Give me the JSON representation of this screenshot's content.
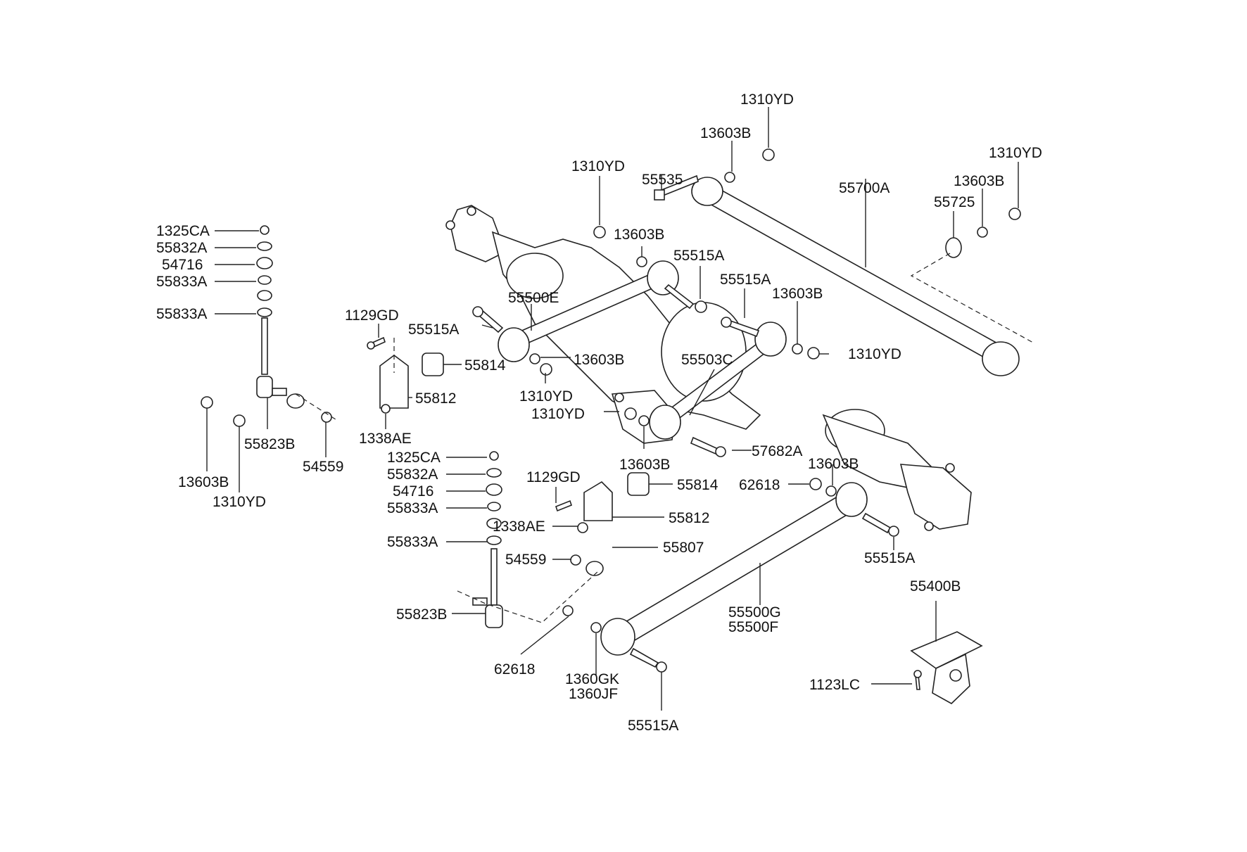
{
  "labels": {
    "l_1310yd_top": "1310YD",
    "l_13603b_top": "13603B",
    "l_1310yd_right_top": "1310YD",
    "l_13603b_right": "13603B",
    "l_55725": "55725",
    "l_55700a": "55700A",
    "l_1310yd_mid": "1310YD",
    "l_55535": "55535",
    "l_13603b_mid": "13603B",
    "l_55515a_1": "55515A",
    "l_55515a_2": "55515A",
    "l_13603b_3": "13603B",
    "l_55500e": "55500E",
    "l_55515a_3": "55515A",
    "l_13603b_4": "13603B",
    "l_1310yd_4": "1310YD",
    "l_55503c": "55503C",
    "l_1310yd_5": "1310YD",
    "l_1310yd_6": "1310YD",
    "l_13603b_5": "13603B",
    "l_57682a": "57682A",
    "l_13603b_6": "13603B",
    "l_62618_r": "62618",
    "l_55515a_4": "55515A",
    "l_55400b": "55400B",
    "l_1123lc": "1123LC",
    "l_55500g": "55500G",
    "l_55500f": "55500F",
    "l_55515a_5": "55515A",
    "l_1360gk": "1360GK",
    "l_1360jf": "1360JF",
    "l_62618_b": "62618",
    "l_1325ca_l": "1325CA",
    "l_55832a_l": "55832A",
    "l_54716_l": "54716",
    "l_55833a_l1": "55833A",
    "l_55833a_l2": "55833A",
    "l_1129gd_l": "1129GD",
    "l_55814_l": "55814",
    "l_55812_l": "55812",
    "l_1338ae_l": "1338AE",
    "l_55823b_l": "55823B",
    "l_54559_l": "54559",
    "l_13603b_l": "13603B",
    "l_1310yd_l": "1310YD",
    "l_1325ca_c": "1325CA",
    "l_55832a_c": "55832A",
    "l_54716_c": "54716",
    "l_55833a_c1": "55833A",
    "l_55833a_c2": "55833A",
    "l_1129gd_c": "1129GD",
    "l_55814_c": "55814",
    "l_55812_c": "55812",
    "l_1338ae_c": "1338AE",
    "l_54559_c": "54559",
    "l_55807": "55807",
    "l_55823b_c": "55823B"
  },
  "colors": {
    "line": "#222222",
    "background": "#ffffff"
  }
}
